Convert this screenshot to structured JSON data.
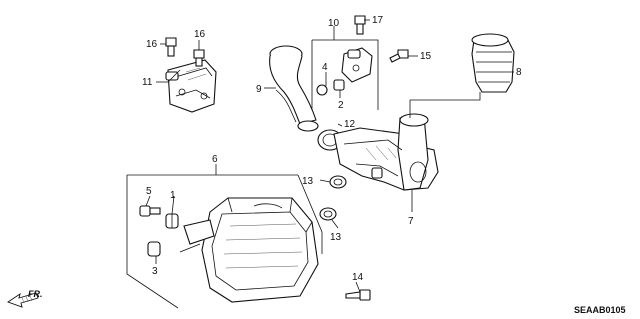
{
  "callouts": {
    "c1": "1",
    "c2": "2",
    "c3": "3",
    "c4": "4",
    "c5": "5",
    "c6": "6",
    "c7": "7",
    "c8": "8",
    "c9": "9",
    "c10": "10",
    "c11": "11",
    "c12": "12",
    "c13a": "13",
    "c13b": "13",
    "c14": "14",
    "c15": "15",
    "c16a": "16",
    "c16b": "16",
    "c17": "17"
  },
  "direction_label": "FR.",
  "diagram_code": "SEAAB0105",
  "icons": {
    "direction": "direction-arrow-icon"
  }
}
